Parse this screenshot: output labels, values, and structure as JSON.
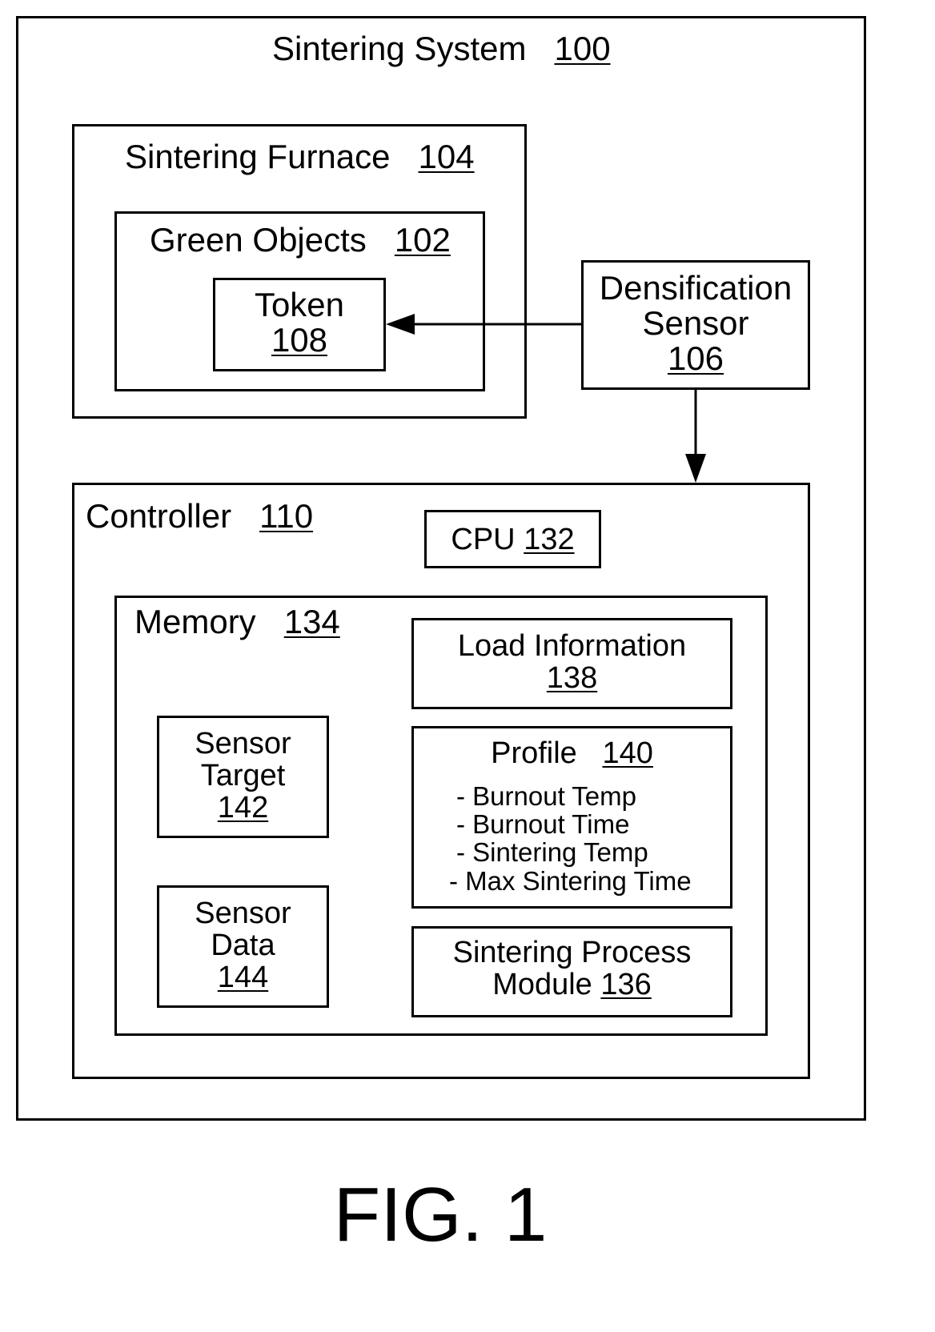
{
  "system": {
    "label": "Sintering System",
    "ref": "100"
  },
  "furnace": {
    "label": "Sintering Furnace",
    "ref": "104"
  },
  "green_objects": {
    "label": "Green Objects",
    "ref": "102"
  },
  "token": {
    "label": "Token",
    "ref": "108"
  },
  "densification_sensor": {
    "line1": "Densification",
    "line2": "Sensor",
    "ref": "106"
  },
  "controller": {
    "label": "Controller",
    "ref": "110"
  },
  "cpu": {
    "label": "CPU",
    "ref": "132"
  },
  "memory": {
    "label": "Memory",
    "ref": "134"
  },
  "load_information": {
    "label": "Load Information",
    "ref": "138"
  },
  "profile": {
    "label": "Profile",
    "ref": "140",
    "items": [
      "- Burnout Temp",
      "- Burnout Time",
      "- Sintering Temp",
      "- Max Sintering Time"
    ]
  },
  "sensor_target": {
    "line1": "Sensor",
    "line2": "Target",
    "ref": "142"
  },
  "sensor_data": {
    "line1": "Sensor",
    "line2": "Data",
    "ref": "144"
  },
  "sintering_process_module": {
    "line1": "Sintering Process",
    "line2": "Module",
    "ref": "136"
  },
  "figure_caption": "FIG. 1"
}
